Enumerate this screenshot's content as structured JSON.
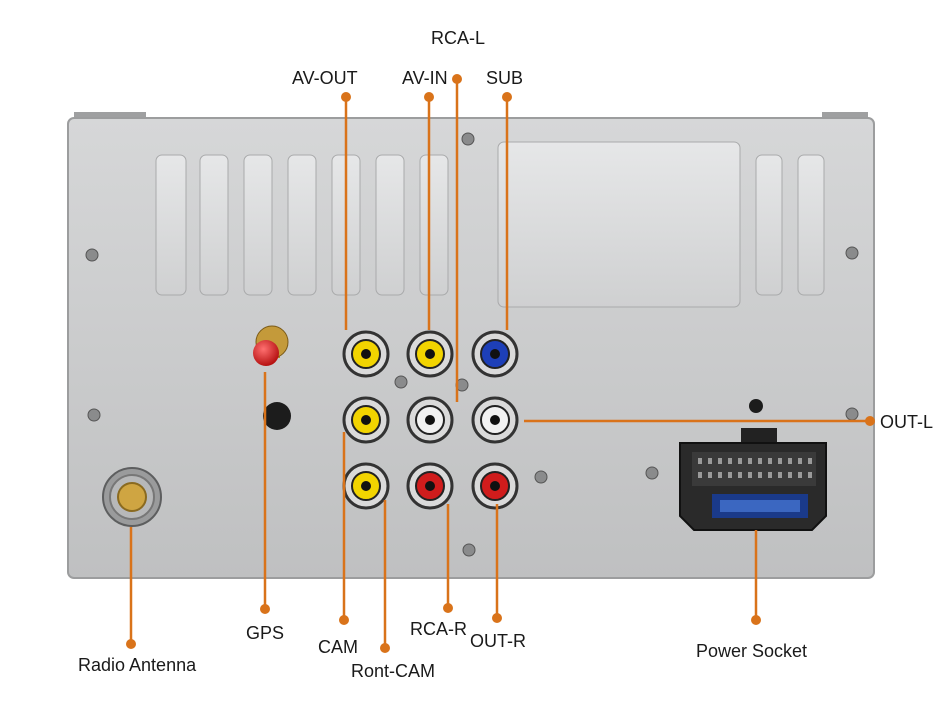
{
  "labels": {
    "rca_l": "RCA-L",
    "av_out": "AV-OUT",
    "av_in": "AV-IN",
    "sub": "SUB",
    "out_l": "OUT-L",
    "gps": "GPS",
    "cam": "CAM",
    "rca_r": "RCA-R",
    "out_r": "OUT-R",
    "front_cam": "Ront-CAM",
    "radio_antenna": "Radio Antenna",
    "power_socket": "Power Socket"
  },
  "colors": {
    "leader": "#d9731a",
    "panel": "#c9cacb",
    "jack_yellow": "#f2d400",
    "jack_white": "#f2f2f2",
    "jack_red": "#d01c1c",
    "jack_blue": "#1d3fb8",
    "gps_connector": "#d81a1a"
  }
}
